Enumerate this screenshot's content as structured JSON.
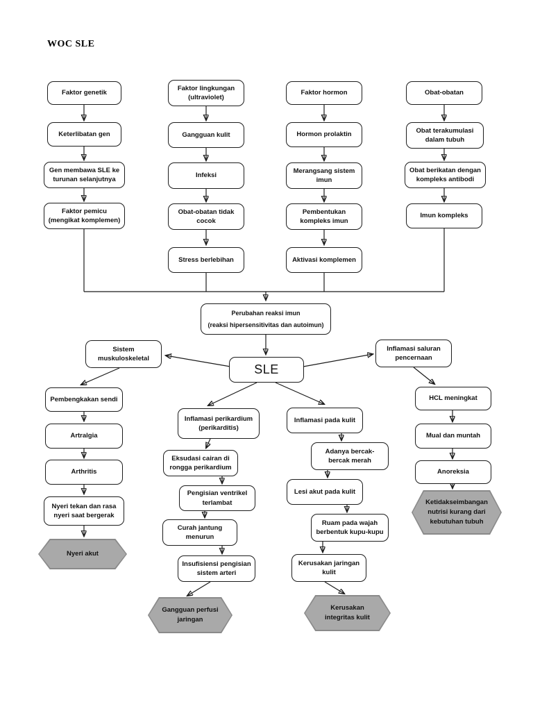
{
  "title": "WOC SLE",
  "colors": {
    "outcome-fill": "#a9a9a9",
    "outcome-border": "#8a8a8a",
    "line": "#1a1a1a"
  },
  "flowchart": {
    "causes": {
      "genetik": [
        "Faktor genetik",
        "Keterlibatan gen",
        "Gen membawa SLE ke turunan selanjutnya",
        "Faktor pemicu (mengikat komplemen)"
      ],
      "lingkungan": [
        "Faktor lingkungan (ultraviolet)",
        "Gangguan kulit",
        "Infeksi",
        "Obat-obatan tidak cocok",
        "Stress berlebihan"
      ],
      "hormon": [
        "Faktor hormon",
        "Hormon prolaktin",
        "Merangsang sistem imun",
        "Pembentukan kompleks imun",
        "Aktivasi komplemen"
      ],
      "obat": [
        "Obat-obatan",
        "Obat terakumulasi dalam tubuh",
        "Obat berikatan dengan kompleks antibodi",
        "Imun kompleks"
      ]
    },
    "merge": {
      "line1": "Perubahan reaksi imun",
      "line2": "(reaksi hipersensitivitas dan autoimun)"
    },
    "center": "SLE",
    "branches": {
      "muskuloskeletal": {
        "steps": [
          "Sistem muskuloskeletal",
          "Pembengkakan sendi",
          "Artralgia",
          "Arthritis",
          "Nyeri tekan dan rasa nyeri saat bergerak"
        ],
        "outcome": "Nyeri akut"
      },
      "perikardium": {
        "steps": [
          "Inflamasi perikardium (perikarditis)",
          "Eksudasi cairan di rongga perikardium",
          "Pengisian ventrikel terlambat",
          "Curah jantung menurun",
          "Insufisiensi pengisian sistem arteri"
        ],
        "outcome": "Gangguan perfusi jaringan"
      },
      "kulit": {
        "steps": [
          "Inflamasi pada kulit",
          "Adanya bercak-bercak merah",
          "Lesi akut pada kulit",
          "Ruam pada wajah berbentuk kupu-kupu",
          "Kerusakan jaringan kulit"
        ],
        "outcome": "Kerusakan integritas kulit"
      },
      "pencernaan": {
        "steps": [
          "Inflamasi saluran pencernaan",
          "HCL meningkat",
          "Mual dan muntah",
          "Anoreksia"
        ],
        "outcome": "Ketidakseimbangan nutrisi kurang dari kebutuhan tubuh"
      }
    }
  }
}
